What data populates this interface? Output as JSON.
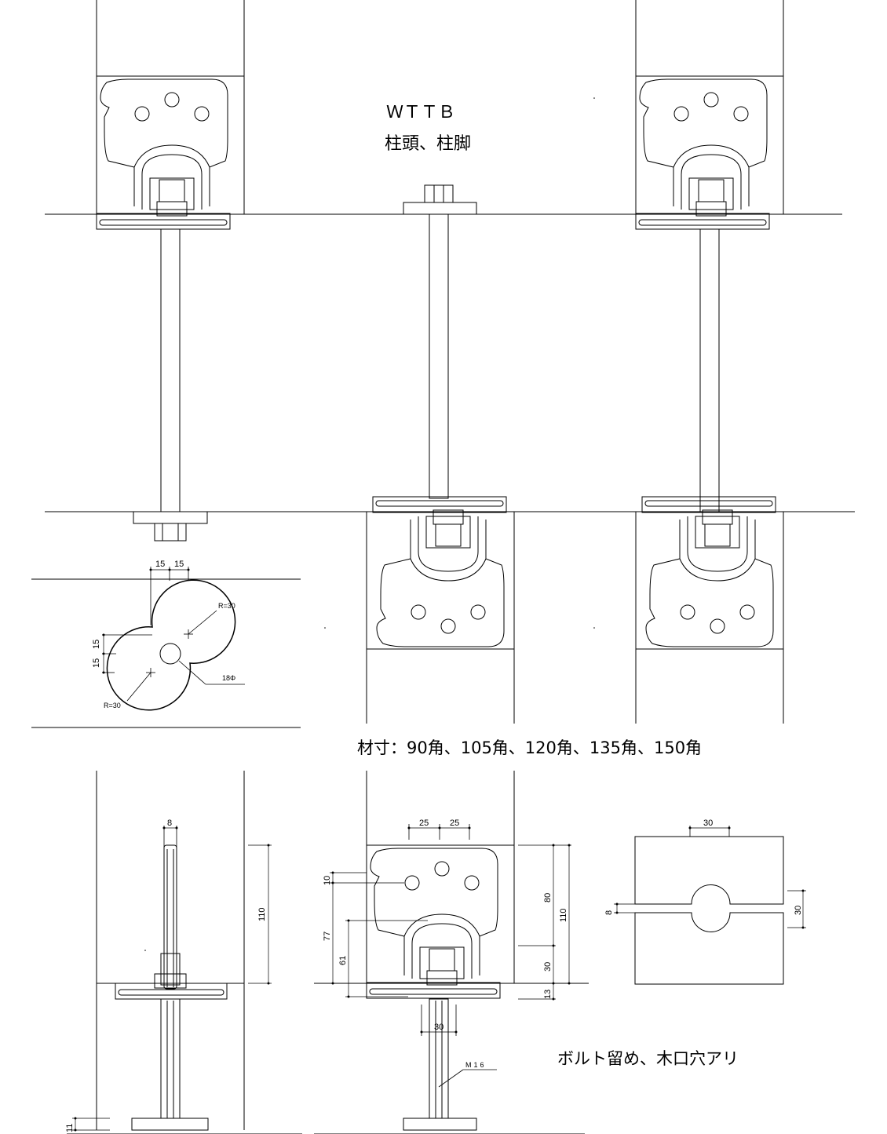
{
  "title": "ＷＴＴＢ",
  "subtitle": "柱頭、柱脚",
  "sizes_note": "材寸：90角、105角、120角、135角、150角",
  "bolt_note": "ボルト留め、木口穴アリ",
  "hole_detail": {
    "dim_a": "15",
    "dim_b": "15",
    "dim_c": "15",
    "dim_d": "15",
    "radius_top": "R=30",
    "radius_bottom": "R=30",
    "hole_dia": "18Φ"
  },
  "side_view": {
    "plate_thickness": "8",
    "height": "110",
    "base_thickness": "11"
  },
  "front_view": {
    "hole_pitch_left": "25",
    "hole_pitch_right": "25",
    "top_offset": "10",
    "dim_77": "77",
    "dim_61": "61",
    "dim_80": "80",
    "dim_110": "110",
    "dim_30": "30",
    "dim_13": "13",
    "nut_width": "30",
    "bolt": "M16"
  },
  "slot_view": {
    "top_width": "30",
    "gap": "8",
    "hole": "30"
  }
}
